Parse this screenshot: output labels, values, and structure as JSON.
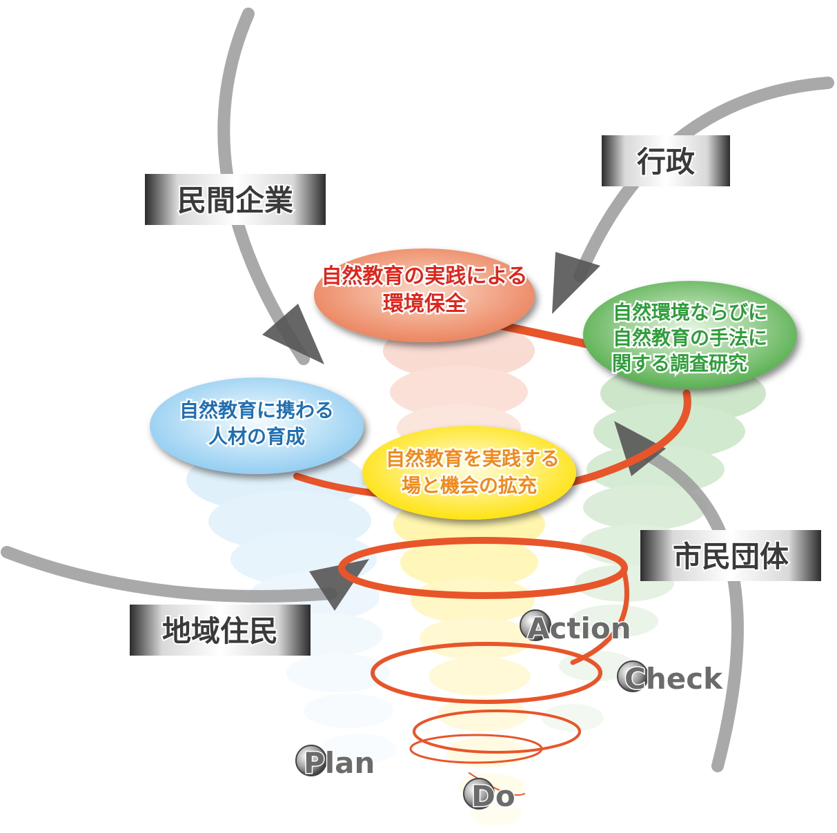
{
  "stakeholders": {
    "private_companies": "民間企業",
    "administration": "行政",
    "citizen_groups": "市民団体",
    "local_residents": "地域住民"
  },
  "goals": {
    "conservation": {
      "line1": "自然教育の実践による",
      "line2": "環境保全",
      "color": "#e0261c",
      "fill": "#ec8f6e"
    },
    "research": {
      "line1": "自然環境ならびに",
      "line2": "自然教育の手法に",
      "line3": "関する調査研究",
      "color": "#2e9e3a",
      "fill": "#5fb85c"
    },
    "training": {
      "line1": "自然教育に携わる",
      "line2": "人材の育成",
      "color": "#1f6fb5",
      "fill": "#9fd0ee"
    },
    "places": {
      "line1": "自然教育を実践する",
      "line2": "場と機会の拡充",
      "color": "#f08a1c",
      "fill": "#ffe600"
    }
  },
  "pdca": {
    "plan": "Plan",
    "do": "Do",
    "check": "Check",
    "action": "Action"
  },
  "colors": {
    "spiral": "#e8552a",
    "arrow": "#555555",
    "label_fg": "#3a3a3a"
  }
}
